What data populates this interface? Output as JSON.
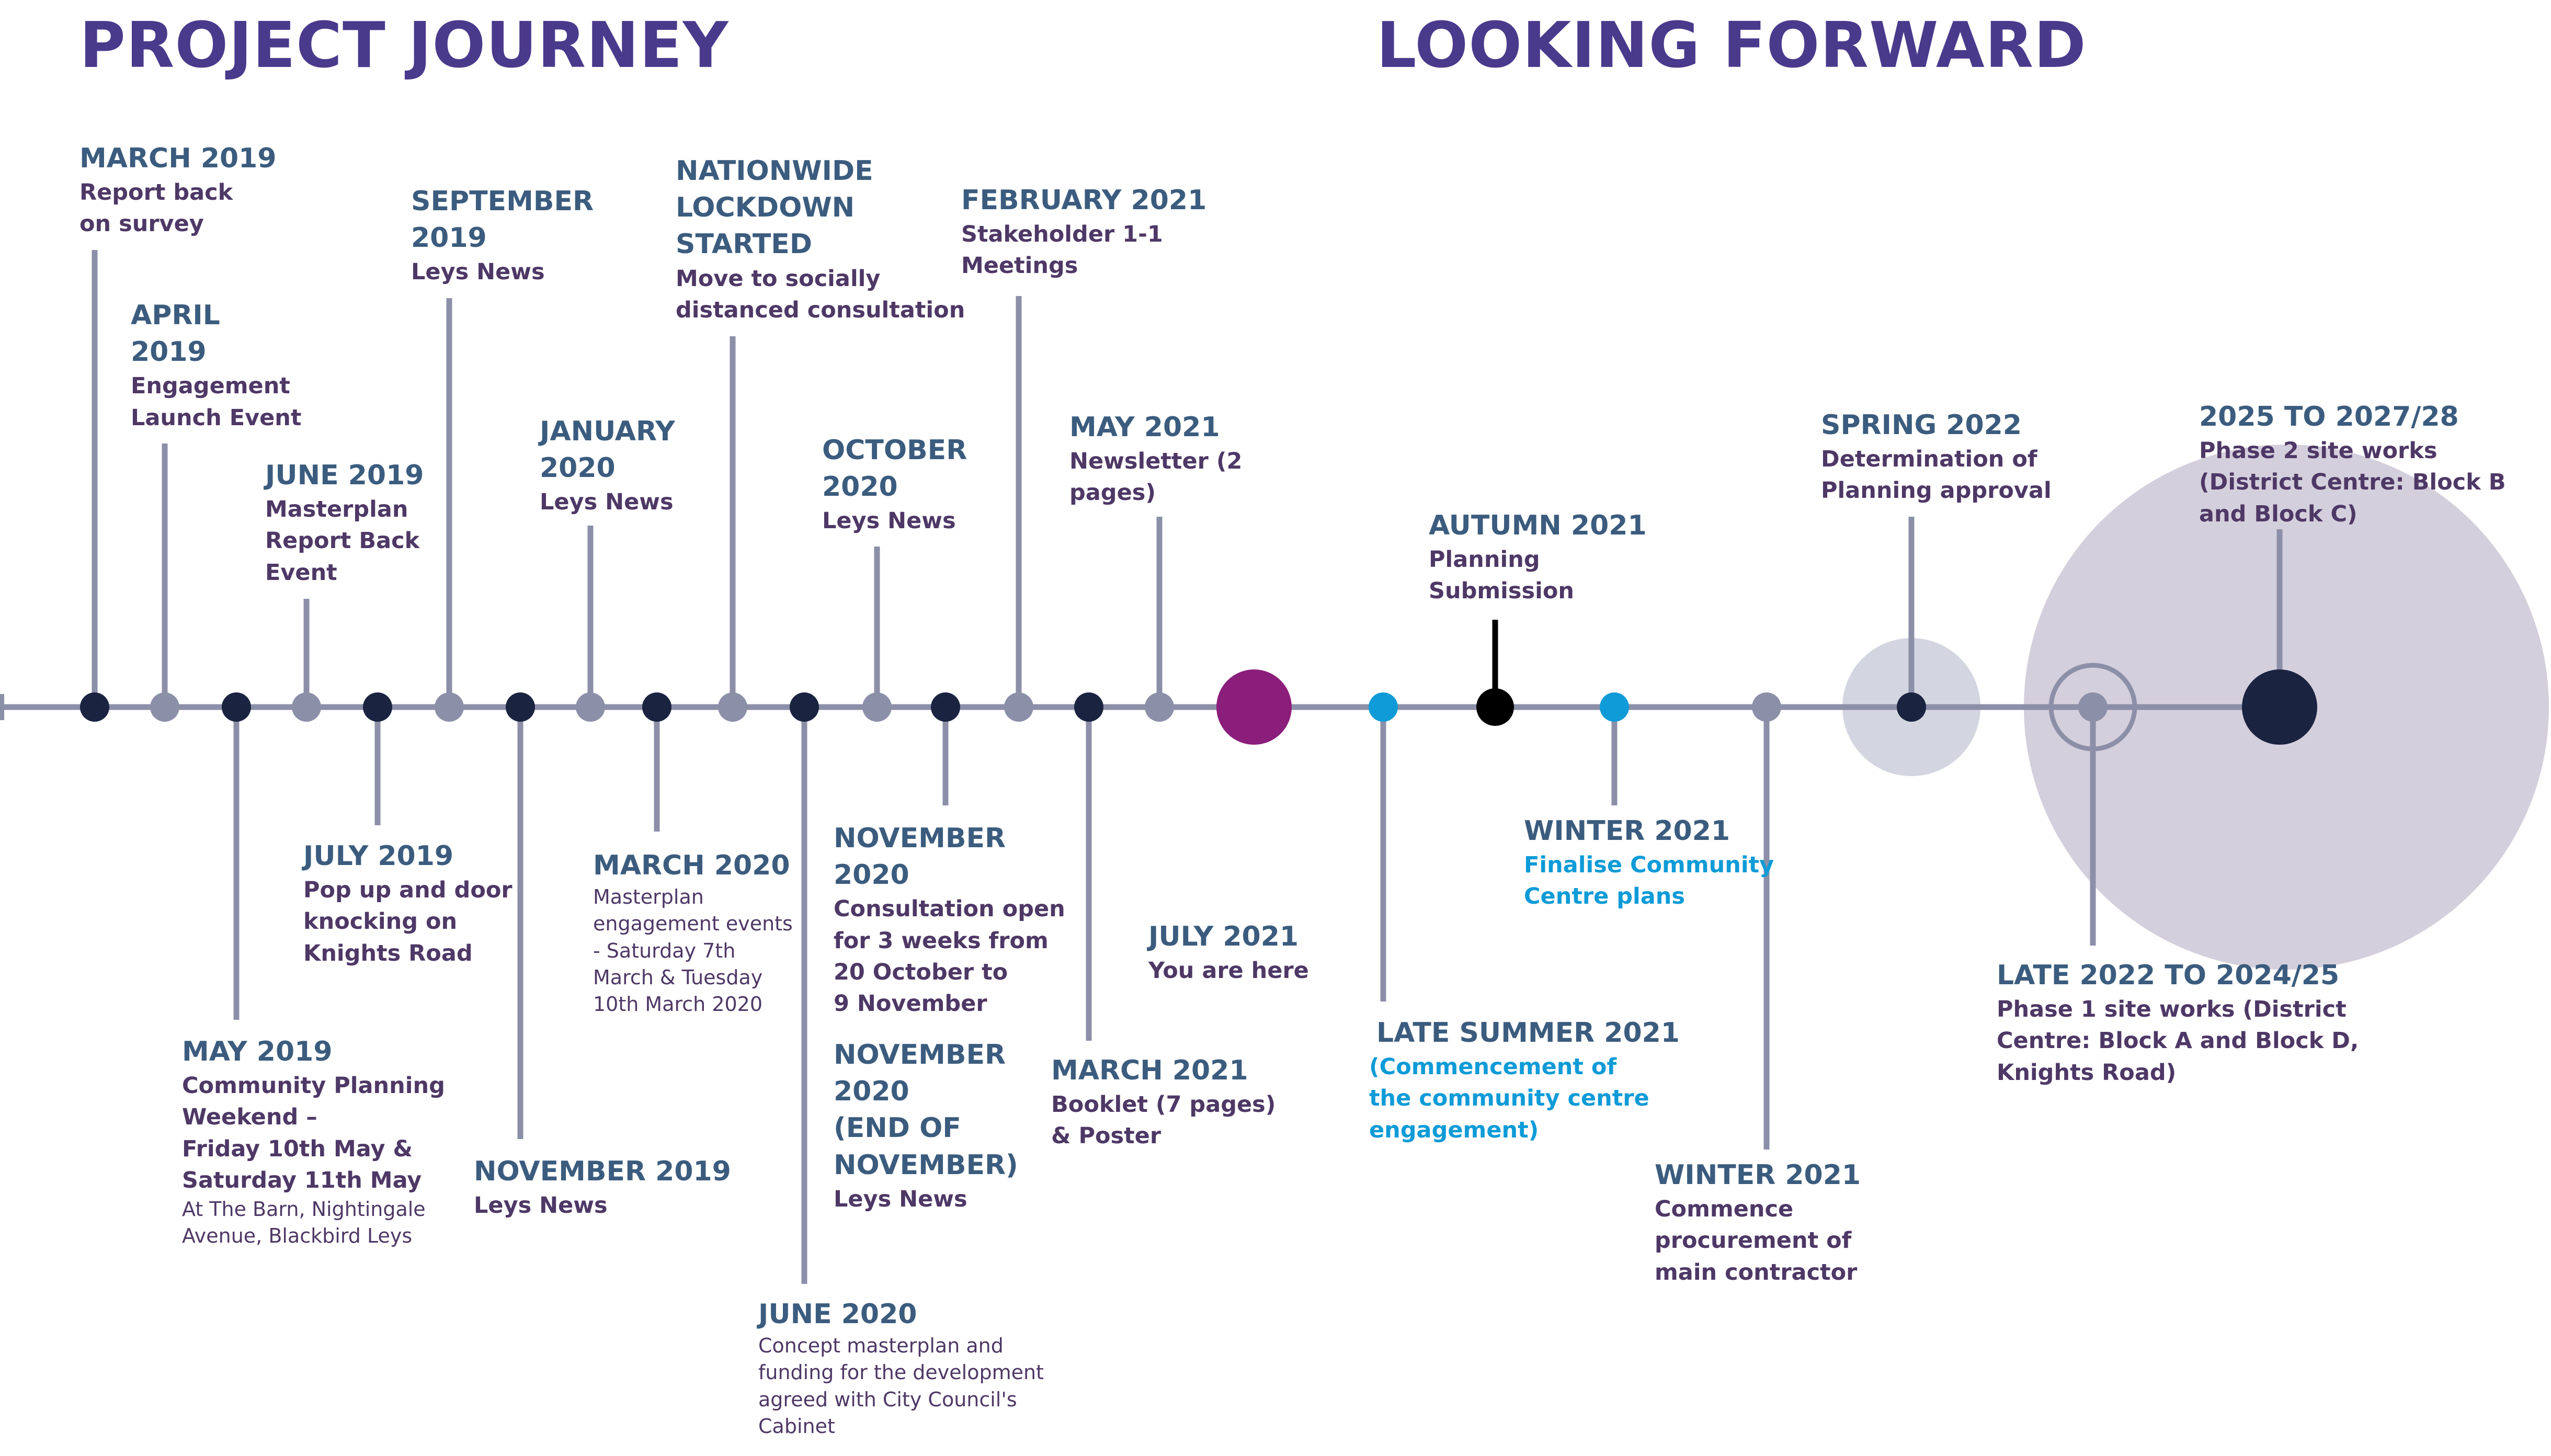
{
  "headings": {
    "journey": "PROJECT JOURNEY",
    "forward": "LOOKING FORWARD"
  },
  "colors": {
    "heading": "#4a3a8c",
    "date": "#3b5c7e",
    "text": "#4e3866",
    "highlight_blue": "#0f9bd7",
    "stem": "#8c8fa8",
    "line": "#8c8fa8",
    "dot_navy": "#1a2340",
    "dot_grey": "#8c8fa8",
    "dot_current": "#8b1d7b",
    "dot_blue": "#0f9bd7",
    "dot_black": "#000000",
    "future_circle_small": "#d3d6e0",
    "future_circle_large": "#d4cfdc"
  },
  "events": {
    "mar2019": {
      "date": "MARCH 2019",
      "text": "Report back\non survey"
    },
    "apr2019": {
      "date": "APRIL\n2019",
      "text": "Engagement\nLaunch Event"
    },
    "may2019": {
      "date": "MAY 2019",
      "text": "Community Planning\nWeekend –\nFriday 10th May &\nSaturday 11th May",
      "sub": "At The Barn, Nightingale\nAvenue, Blackbird Leys"
    },
    "jun2019": {
      "date": "JUNE 2019",
      "text": "Masterplan\nReport Back\nEvent"
    },
    "jul2019": {
      "date": "JULY 2019",
      "text": "Pop up and door\nknocking on\nKnights Road"
    },
    "sep2019": {
      "date": "SEPTEMBER\n2019",
      "text": "Leys News"
    },
    "nov2019": {
      "date": "NOVEMBER 2019",
      "text": "Leys News"
    },
    "jan2020": {
      "date": "JANUARY\n2020",
      "text": "Leys News"
    },
    "mar2020": {
      "date": "MARCH 2020",
      "sub": "Masterplan\nengagement events\n- Saturday 7th\nMarch & Tuesday\n10th March 2020"
    },
    "lockdown": {
      "date": "NATIONWIDE\nLOCKDOWN\nSTARTED",
      "text": "Move to socially\ndistanced consultation"
    },
    "jun2020": {
      "date": "JUNE 2020",
      "sub": "Concept masterplan and\nfunding for the development\nagreed with City Council's\nCabinet"
    },
    "oct2020": {
      "date": "OCTOBER\n2020",
      "text": "Leys News"
    },
    "nov2020a": {
      "date": "NOVEMBER\n2020",
      "text": "Consultation open\nfor 3 weeks from\n20 October to\n9 November"
    },
    "nov2020b": {
      "date": "NOVEMBER\n2020\n(END OF\nNOVEMBER)",
      "text": "Leys News"
    },
    "feb2021": {
      "date": "FEBRUARY 2021",
      "text": "Stakeholder 1-1\nMeetings"
    },
    "mar2021": {
      "date": "MARCH 2021",
      "text": "Booklet (7 pages)\n& Poster"
    },
    "may2021": {
      "date": "MAY 2021",
      "text": "Newsletter (2\npages)"
    },
    "jul2021": {
      "date": "JULY 2021",
      "text": "You are here"
    },
    "latesum2021": {
      "date": "LATE SUMMER 2021",
      "text": "(Commencement of\nthe community centre\nengagement)"
    },
    "aut2021": {
      "date": "AUTUMN 2021",
      "text": "Planning\nSubmission"
    },
    "win2021a": {
      "date": "WINTER 2021",
      "text": "Finalise Community\nCentre plans"
    },
    "win2021b": {
      "date": "WINTER 2021",
      "text": "Commence\nprocurement of\nmain contractor"
    },
    "spr2022": {
      "date": "SPRING 2022",
      "text": "Determination of\nPlanning approval"
    },
    "late2022": {
      "date": "LATE 2022 TO 2024/25",
      "text": "Phase 1 site works (District\nCentre: Block A and Block D,\nKnights Road)"
    },
    "y2025": {
      "date": "2025 TO 2027/28",
      "text": "Phase 2 site works\n(District Centre: Block B\nand Block C)"
    }
  }
}
